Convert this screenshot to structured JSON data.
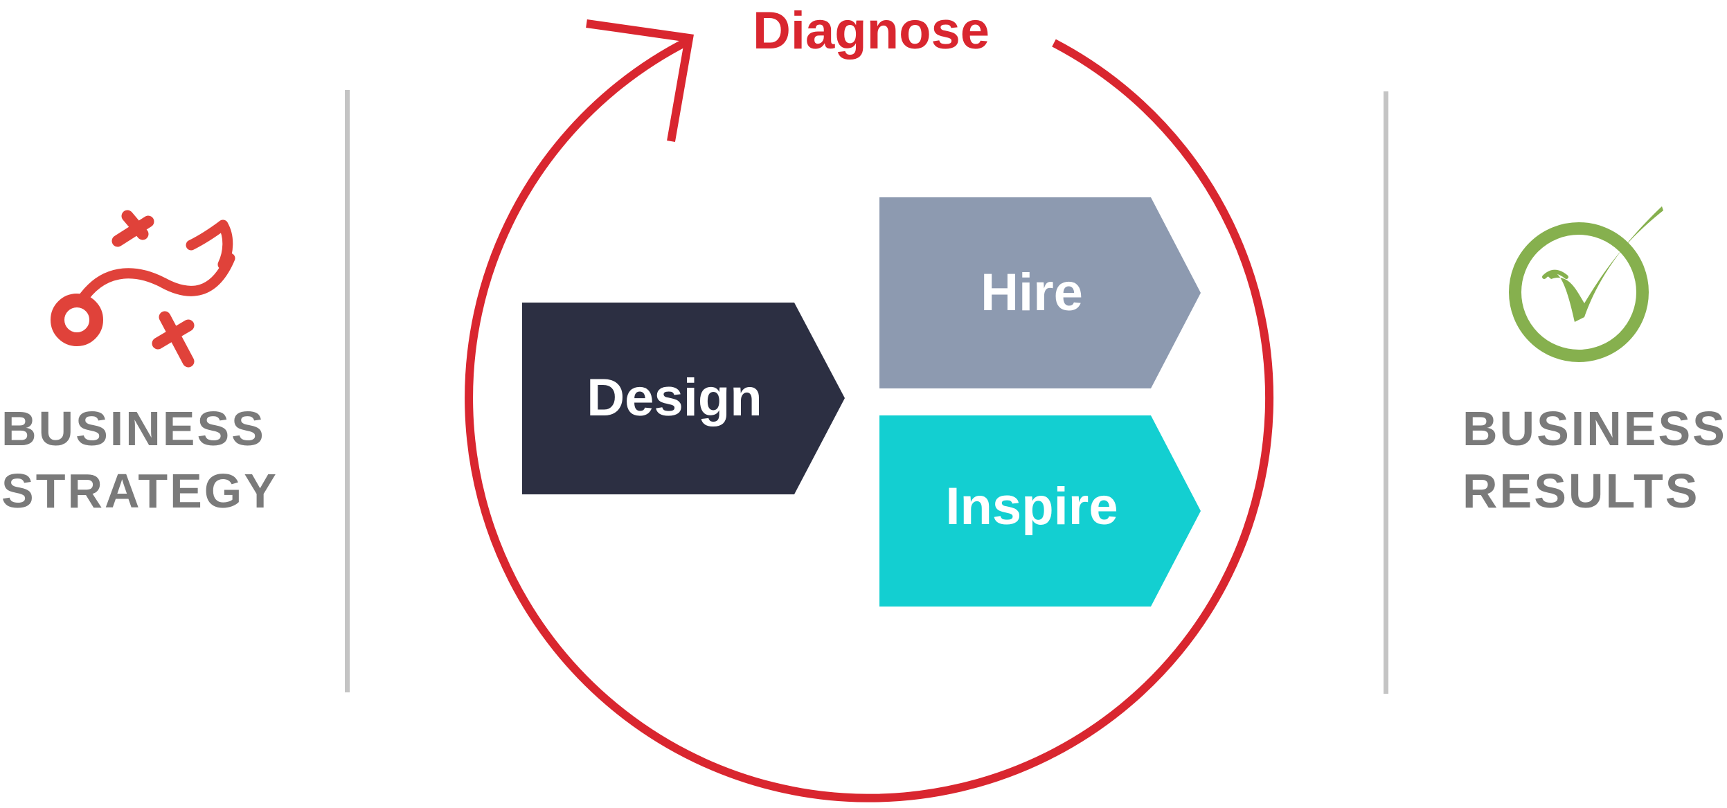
{
  "left": {
    "line1": "BUSINESS",
    "line2": "STRATEGY",
    "icon": "strategy-play-icon"
  },
  "right": {
    "line1": "BUSINESS",
    "line2": "RESULTS",
    "icon": "check-circle-icon"
  },
  "cycle": {
    "label": "Diagnose",
    "color": "#d9262f"
  },
  "steps": {
    "design": {
      "label": "Design",
      "color": "#2c2f42"
    },
    "hire": {
      "label": "Hire",
      "color": "#8d9ab0"
    },
    "inspire": {
      "label": "Inspire",
      "color": "#13cfd1"
    }
  },
  "colors": {
    "strategy_icon": "#e0423a",
    "results_icon": "#86b04e",
    "side_text": "#7a7a7a",
    "divider": "#c4c4c4"
  }
}
